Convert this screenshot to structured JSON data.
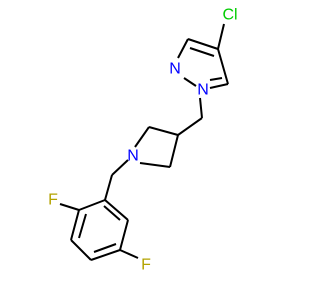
{
  "molecule": {
    "atoms": {
      "cl": {
        "symbol": "Cl",
        "color": "#00cc00"
      },
      "n_pyrazole_2": {
        "symbol": "N",
        "color": "#0000ff"
      },
      "n_pyrazole_1": {
        "symbol": "N",
        "color": "#0000ff"
      },
      "n_azetidine": {
        "symbol": "N",
        "color": "#0000ff"
      },
      "f_ortho": {
        "symbol": "F",
        "color": "#b3a300"
      },
      "f_meta": {
        "symbol": "F",
        "color": "#b3a300"
      }
    },
    "bond_color": "#000000"
  }
}
